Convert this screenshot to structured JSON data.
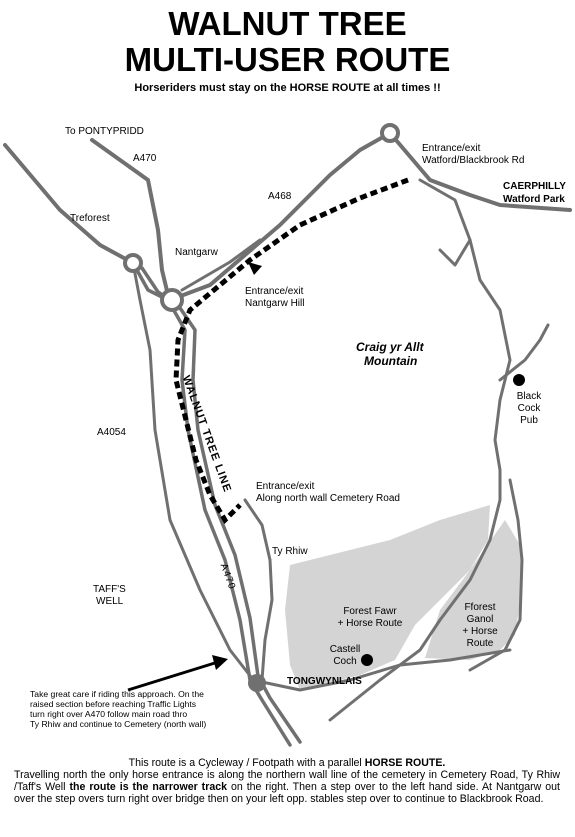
{
  "header": {
    "title_line1": "WALNUT TREE",
    "title_line2": "MULTI-USER ROUTE",
    "subtitle": "Horseriders must stay on the HORSE ROUTE at all times !!"
  },
  "labels": {
    "to_pontypridd": "To PONTYPRIDD",
    "a470_top": "A470",
    "treforest": "Treforest",
    "nantgarw": "Nantgarw",
    "a468": "A468",
    "entrance_watford_1": "Entrance/exit",
    "entrance_watford_2": "Watford/Blackbrook Rd",
    "caerphilly": "CAERPHILLY",
    "watford_park": "Watford Park",
    "entrance_nantgarw_1": "Entrance/exit",
    "entrance_nantgarw_2": "Nantgarw Hill",
    "craig_1": "Craig yr Allt",
    "craig_2": "Mountain",
    "black_cock_1": "Black",
    "black_cock_2": "Cock",
    "black_cock_3": "Pub",
    "walnut_tree_line": "WALNUT TREE LINE",
    "a4054": "A4054",
    "entrance_cemetery_1": "Entrance/exit",
    "entrance_cemetery_2": "Along  north wall Cemetery Road",
    "ty_rhiw": "Ty Rhiw",
    "a470_bottom": "A470",
    "taffs_1": "TAFF'S",
    "taffs_2": "WELL",
    "forest_fawr_1": "Forest Fawr",
    "forest_fawr_2": "+ Horse Route",
    "fforest_ganol_1": "Fforest",
    "fforest_ganol_2": "Ganol",
    "fforest_ganol_3": "+ Horse",
    "fforest_ganol_4": "Route",
    "castell_1": "Castell",
    "castell_2": "Coch",
    "tongwynlais": "TONGWYNLAIS"
  },
  "note": {
    "line1": "Take great care if riding this approach. On the",
    "line2": "raised section before reaching Traffic Lights",
    "line3": "turn right over A470 follow main road thro",
    "line4": "Ty Rhiw and continue to Cemetery (north wall)"
  },
  "footer": {
    "line1_a": "This route is a Cycleway / Footpath with a parallel ",
    "line1_b": "HORSE ROUTE.",
    "p_a": "Travelling north the only  horse entrance is along the northern wall line of the cemetery in Cemetery Road, Ty Rhiw /Taff's Well ",
    "p_b": "the route is the narrower track",
    "p_c": " on the right. Then a step over to the left hand side. At Nantgarw out over the step overs turn right over bridge then on your left opp. stables step over to continue to Blackbrook Road."
  }
}
